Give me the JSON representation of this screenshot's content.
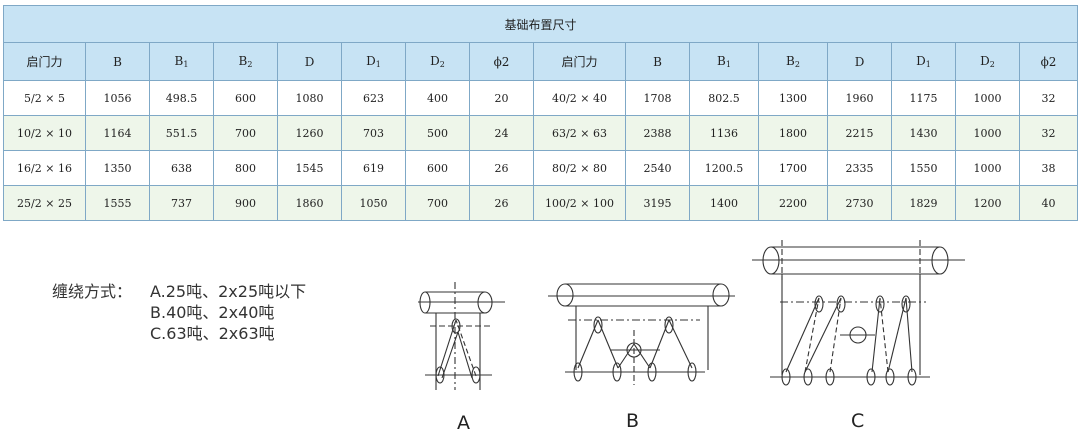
{
  "table": {
    "title": "基础布置尺寸",
    "headers": [
      {
        "base": "启门力",
        "sub": ""
      },
      {
        "base": "B",
        "sub": ""
      },
      {
        "base": "B",
        "sub": "1"
      },
      {
        "base": "B",
        "sub": "2"
      },
      {
        "base": "D",
        "sub": ""
      },
      {
        "base": "D",
        "sub": "1"
      },
      {
        "base": "D",
        "sub": "2"
      },
      {
        "base": "ϕ2",
        "sub": ""
      },
      {
        "base": "启门力",
        "sub": ""
      },
      {
        "base": "B",
        "sub": ""
      },
      {
        "base": "B",
        "sub": "1"
      },
      {
        "base": "B",
        "sub": "2"
      },
      {
        "base": "D",
        "sub": ""
      },
      {
        "base": "D",
        "sub": "1"
      },
      {
        "base": "D",
        "sub": "2"
      },
      {
        "base": "ϕ2",
        "sub": ""
      }
    ],
    "rows": [
      [
        "5/2 × 5",
        "1056",
        "498.5",
        "600",
        "1080",
        "623",
        "400",
        "20",
        "40/2 × 40",
        "1708",
        "802.5",
        "1300",
        "1960",
        "1175",
        "1000",
        "32"
      ],
      [
        "10/2 × 10",
        "1164",
        "551.5",
        "700",
        "1260",
        "703",
        "500",
        "24",
        "63/2 × 63",
        "2388",
        "1136",
        "1800",
        "2215",
        "1430",
        "1000",
        "32"
      ],
      [
        "16/2 × 16",
        "1350",
        "638",
        "800",
        "1545",
        "619",
        "600",
        "26",
        "80/2 × 80",
        "2540",
        "1200.5",
        "1700",
        "2335",
        "1550",
        "1000",
        "38"
      ],
      [
        "25/2 × 25",
        "1555",
        "737",
        "900",
        "1860",
        "1050",
        "700",
        "26",
        "100/2 × 100",
        "3195",
        "1400",
        "2200",
        "2730",
        "1829",
        "1200",
        "40"
      ]
    ]
  },
  "winding": {
    "label": "缠绕方式：",
    "lines": [
      "A.25吨、2x25吨以下",
      "B.40吨、2x40吨",
      "C.63吨、2x63吨"
    ]
  },
  "diagrams": {
    "a_label": "A",
    "b_label": "B",
    "c_label": "C"
  }
}
